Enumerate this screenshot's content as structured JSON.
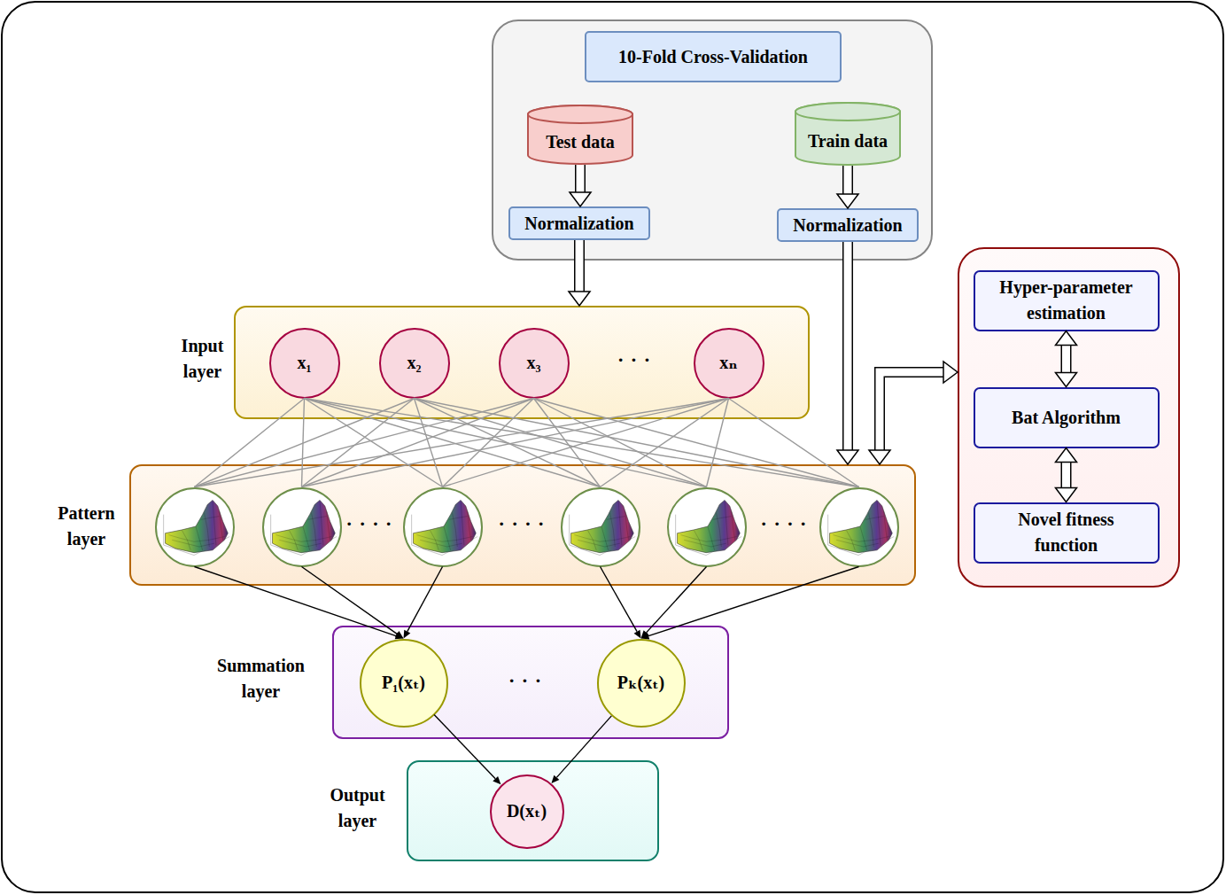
{
  "diagram": {
    "nodes": [
      {
        "text": []
      },
      {
        "text": [
          "10-Fold Cross-Validation"
        ],
        "in": 0
      },
      {
        "text": [
          "Test data"
        ],
        "in": 0
      },
      {
        "text": [
          "Train data"
        ],
        "in": 0
      },
      {
        "text": [
          "Normalization"
        ],
        "in": 0
      },
      {
        "text": [
          "Normalization"
        ],
        "in": 0
      },
      {
        "text": [
          "Input layer"
        ]
      },
      {
        "text": [
          "x₁"
        ],
        "in": 6
      },
      {
        "text": [
          "x₂"
        ],
        "in": 6
      },
      {
        "text": [
          "x₃"
        ],
        "in": 6
      },
      {
        "text": [
          "xₙ"
        ],
        "in": 6
      },
      {
        "text": [
          "Pattern layer"
        ]
      },
      {
        "text": [],
        "in": 11
      },
      {
        "text": [],
        "in": 11
      },
      {
        "text": [],
        "in": 11
      },
      {
        "text": [],
        "in": 11
      },
      {
        "text": [],
        "in": 11
      },
      {
        "text": [],
        "in": 11
      },
      {
        "text": [
          "Summation layer"
        ]
      },
      {
        "text": [
          "P₁(xₜ)"
        ],
        "in": 18
      },
      {
        "text": [
          "Pₖ(xₜ)"
        ],
        "in": 18
      },
      {
        "text": [
          "Output layer"
        ]
      },
      {
        "text": [
          "D(xₜ)"
        ],
        "in": 21
      },
      {
        "text": []
      },
      {
        "text": [
          "Hyper-parameter estimation"
        ],
        "in": 23
      },
      {
        "text": [
          "Bat Algorithm"
        ],
        "in": 23
      },
      {
        "text": [
          "Novel fitness function"
        ],
        "in": 23
      }
    ],
    "edges": [
      {
        "from": 2,
        "to": 4,
        "arrow": "to"
      },
      {
        "from": 3,
        "to": 5,
        "arrow": "to"
      },
      {
        "from": 4,
        "to": 6,
        "arrow": "to"
      },
      {
        "from": 5,
        "to": 11,
        "arrow": "to"
      },
      {
        "from": 11,
        "to": 23,
        "arrow": "both"
      },
      {
        "from": 24,
        "to": 25,
        "arrow": "both"
      },
      {
        "from": 25,
        "to": 26,
        "arrow": "both"
      },
      {
        "from": 7,
        "to": 12,
        "arrow": "none"
      },
      {
        "from": 7,
        "to": 13,
        "arrow": "none"
      },
      {
        "from": 7,
        "to": 14,
        "arrow": "none"
      },
      {
        "from": 7,
        "to": 15,
        "arrow": "none"
      },
      {
        "from": 7,
        "to": 16,
        "arrow": "none"
      },
      {
        "from": 7,
        "to": 17,
        "arrow": "none"
      },
      {
        "from": 8,
        "to": 12,
        "arrow": "none"
      },
      {
        "from": 8,
        "to": 13,
        "arrow": "none"
      },
      {
        "from": 8,
        "to": 14,
        "arrow": "none"
      },
      {
        "from": 8,
        "to": 15,
        "arrow": "none"
      },
      {
        "from": 8,
        "to": 16,
        "arrow": "none"
      },
      {
        "from": 8,
        "to": 17,
        "arrow": "none"
      },
      {
        "from": 9,
        "to": 12,
        "arrow": "none"
      },
      {
        "from": 9,
        "to": 13,
        "arrow": "none"
      },
      {
        "from": 9,
        "to": 14,
        "arrow": "none"
      },
      {
        "from": 9,
        "to": 15,
        "arrow": "none"
      },
      {
        "from": 9,
        "to": 16,
        "arrow": "none"
      },
      {
        "from": 9,
        "to": 17,
        "arrow": "none"
      },
      {
        "from": 10,
        "to": 12,
        "arrow": "none"
      },
      {
        "from": 10,
        "to": 13,
        "arrow": "none"
      },
      {
        "from": 10,
        "to": 14,
        "arrow": "none"
      },
      {
        "from": 10,
        "to": 15,
        "arrow": "none"
      },
      {
        "from": 10,
        "to": 16,
        "arrow": "none"
      },
      {
        "from": 10,
        "to": 17,
        "arrow": "none"
      },
      {
        "from": 12,
        "to": 19,
        "arrow": "to"
      },
      {
        "from": 13,
        "to": 19,
        "arrow": "to"
      },
      {
        "from": 14,
        "to": 19,
        "arrow": "to"
      },
      {
        "from": 15,
        "to": 20,
        "arrow": "to"
      },
      {
        "from": 16,
        "to": 20,
        "arrow": "to"
      },
      {
        "from": 17,
        "to": 20,
        "arrow": "to"
      },
      {
        "from": 19,
        "to": 22,
        "arrow": "to"
      },
      {
        "from": 20,
        "to": 22,
        "arrow": "to"
      }
    ],
    "labels": [
      "· · ·",
      "· · · ·",
      "· · · ·",
      "· · · ·",
      "· · ·"
    ]
  }
}
